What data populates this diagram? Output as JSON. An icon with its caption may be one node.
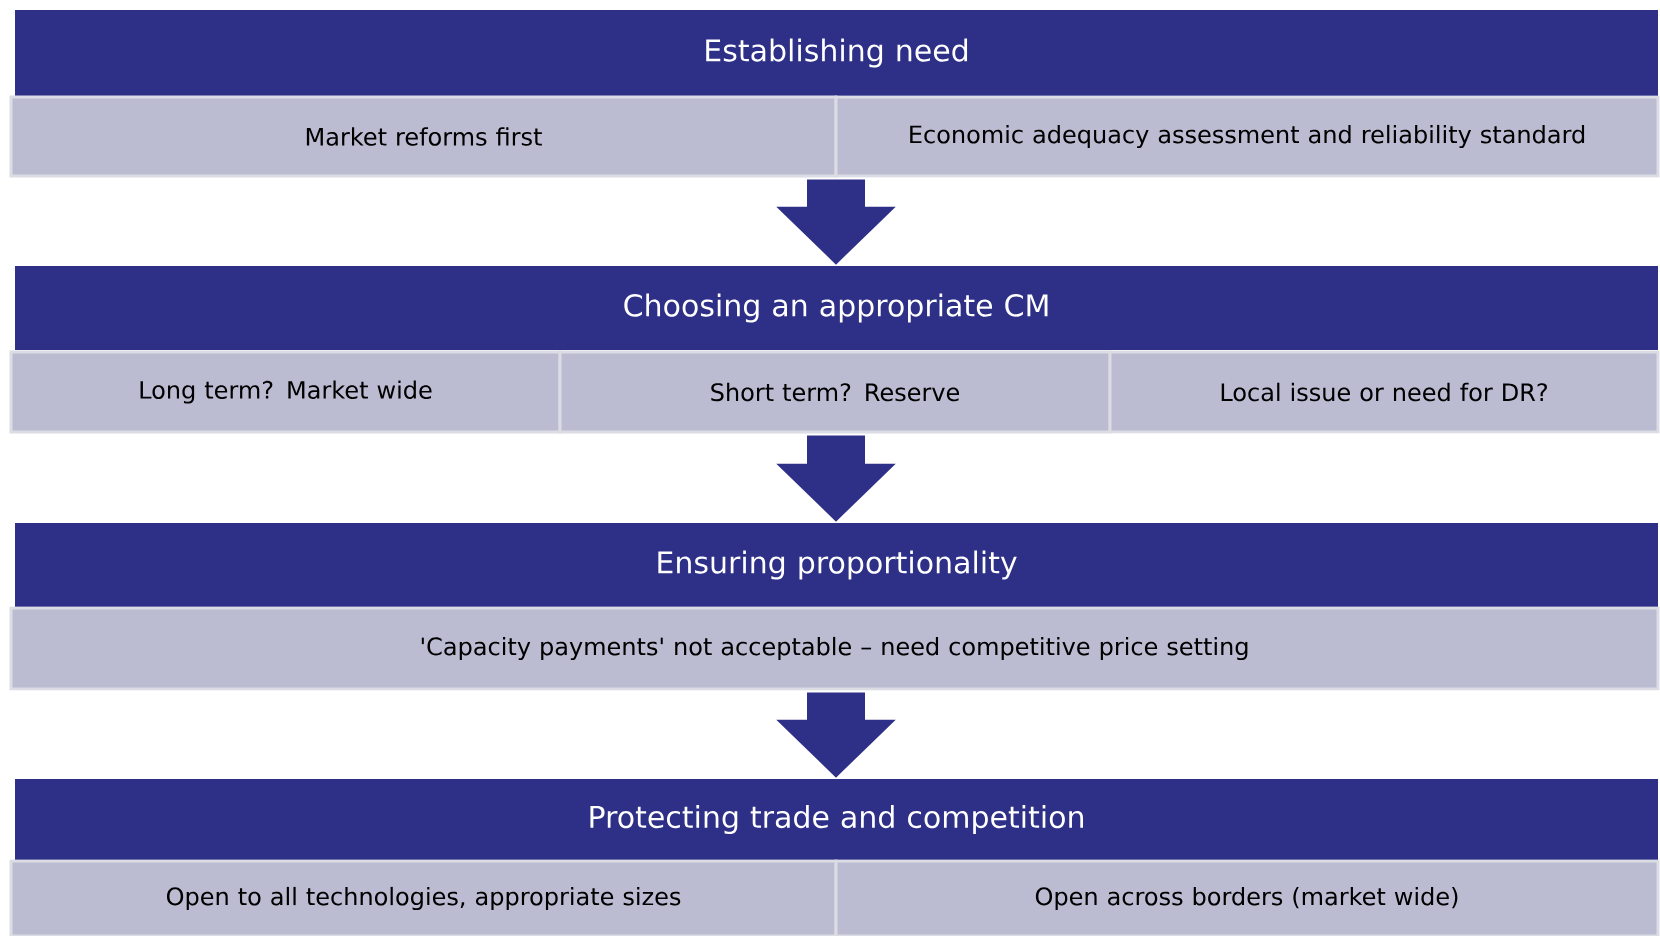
{
  "diagram": {
    "nodes": [
      {
        "text": [
          "Establishing need"
        ]
      },
      {
        "text": [
          "Market reforms first"
        ]
      },
      {
        "text": [
          "Economic adequacy assessment and reliability standard"
        ]
      },
      {
        "text": [
          "Choosing an appropriate CM"
        ]
      },
      {
        "text": [
          "Long term? Market wide"
        ]
      },
      {
        "text": [
          "Short term? Reserve"
        ]
      },
      {
        "text": [
          "Local issue or need for DR?"
        ]
      },
      {
        "text": [
          "Ensuring proportionality"
        ]
      },
      {
        "text": [
          "'Capacity payments' not acceptable – need competitive price setting"
        ]
      },
      {
        "text": [
          "Protecting trade and competition"
        ]
      },
      {
        "text": [
          "Open to all technologies, appropriate sizes"
        ]
      },
      {
        "text": [
          "Open across borders (market wide)"
        ]
      }
    ],
    "edges": [
      {
        "from": 1,
        "to": 3,
        "arrow": "to"
      },
      {
        "from": 5,
        "to": 7,
        "arrow": "to"
      },
      {
        "from": 8,
        "to": 9,
        "arrow": "to"
      }
    ]
  }
}
